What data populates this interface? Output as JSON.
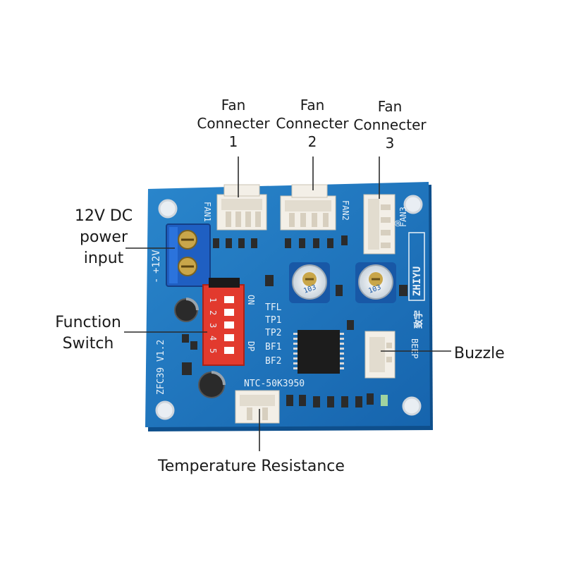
{
  "labels": {
    "fan1": {
      "line1": "Fan",
      "line2": "Connecter",
      "line3": "1"
    },
    "fan2": {
      "line1": "Fan",
      "line2": "Connecter",
      "line3": "2"
    },
    "fan3": {
      "line1": "Fan",
      "line2": "Connecter",
      "line3": "3"
    },
    "power": {
      "line1": "12V DC",
      "line2": "power",
      "line3": "input"
    },
    "function": {
      "line1": "Function",
      "line2": "Switch"
    },
    "buzzle": "Buzzle",
    "temperature": "Temperature Resistance"
  },
  "silkscreen": {
    "fan1": "FAN1",
    "fan2": "FAN2",
    "fan3": "FAN3",
    "registered": "®",
    "brand": "ZHIYU",
    "brand_cn": "致宇",
    "power_pos": "+12V",
    "power_neg": "-",
    "model": "ZFC39 V1.2",
    "dip_on": "ON",
    "dip_dp": "DP",
    "dip_numbers": [
      "1",
      "2",
      "3",
      "4",
      "5"
    ],
    "fn_labels": [
      "TFL",
      "TP1",
      "TP2",
      "BF1",
      "BF2"
    ],
    "beep": "BEEP",
    "ntc": "NTC-50K3950",
    "pot1": "103",
    "pot2": "103"
  },
  "colors": {
    "pcb": "#1c6fb8",
    "pcb_dark": "#0f4f8e",
    "connector": "#f3efe7",
    "terminal": "#1f5fc2",
    "dip_switch": "#e23a2e"
  }
}
